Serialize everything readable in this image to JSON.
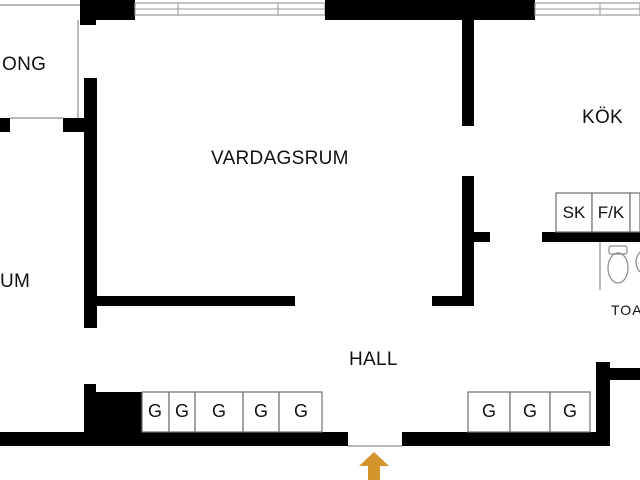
{
  "rooms": {
    "balkong_partial": "ONG",
    "vardagsrum": "VARDAGSRUM",
    "kok": "KÖK",
    "sovrum_partial": "UM",
    "hall": "HALL",
    "toalett_partial": "TOA"
  },
  "cabinets": {
    "left_row": [
      "G",
      "G",
      "G",
      "G",
      "G"
    ],
    "right_row": [
      "G",
      "G",
      "G"
    ]
  },
  "kitchen_units": [
    "SK",
    "F/K"
  ],
  "colors": {
    "walls": "#000000",
    "entrance_arrow": "#d4962c",
    "background": "#ffffff"
  },
  "icons": {
    "entrance": "entrance-arrow-icon",
    "toilet": "toilet-icon",
    "window": "window-icon"
  }
}
